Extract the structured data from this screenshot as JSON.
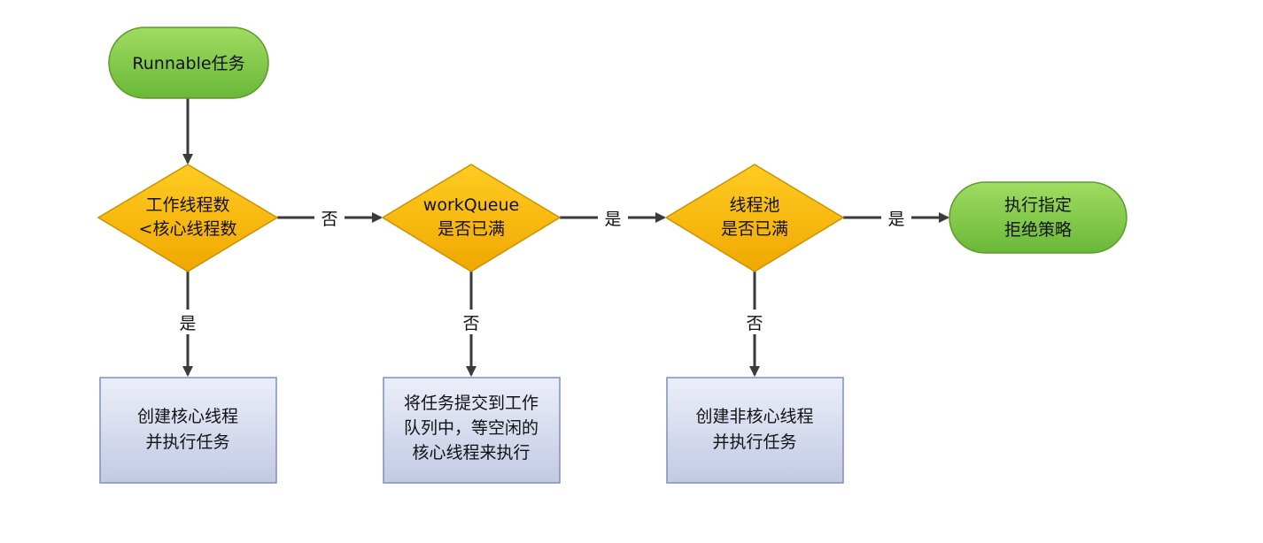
{
  "nodes": {
    "start": {
      "line1": "Runnable任务"
    },
    "decision_core": {
      "line1": "工作线程数",
      "line2": "<核心线程数"
    },
    "decision_queue": {
      "line1": "workQueue",
      "line2": "是否已满"
    },
    "decision_pool": {
      "line1": "线程池",
      "line2": "是否已满"
    },
    "reject": {
      "line1": "执行指定",
      "line2": "拒绝策略"
    },
    "create_core": {
      "line1": "创建核心线程",
      "line2": "并执行任务"
    },
    "enqueue": {
      "line1": "将任务提交到工作",
      "line2": "队列中，等空闲的",
      "line3": "核心线程来执行"
    },
    "create_noncore": {
      "line1": "创建非核心线程",
      "line2": "并执行任务"
    }
  },
  "edges": {
    "core_no": "否",
    "core_yes": "是",
    "queue_yes": "是",
    "queue_no": "否",
    "pool_yes": "是",
    "pool_no": "否"
  },
  "colors": {
    "terminal_fill": "#7ec845",
    "terminal_stroke": "#5c9a2e",
    "decision_fill": "#f7b500",
    "decision_stroke": "#c99200",
    "process_fill": "#cdd3ea",
    "process_stroke": "#7f8fb5",
    "arrow": "#3a3a3a"
  }
}
